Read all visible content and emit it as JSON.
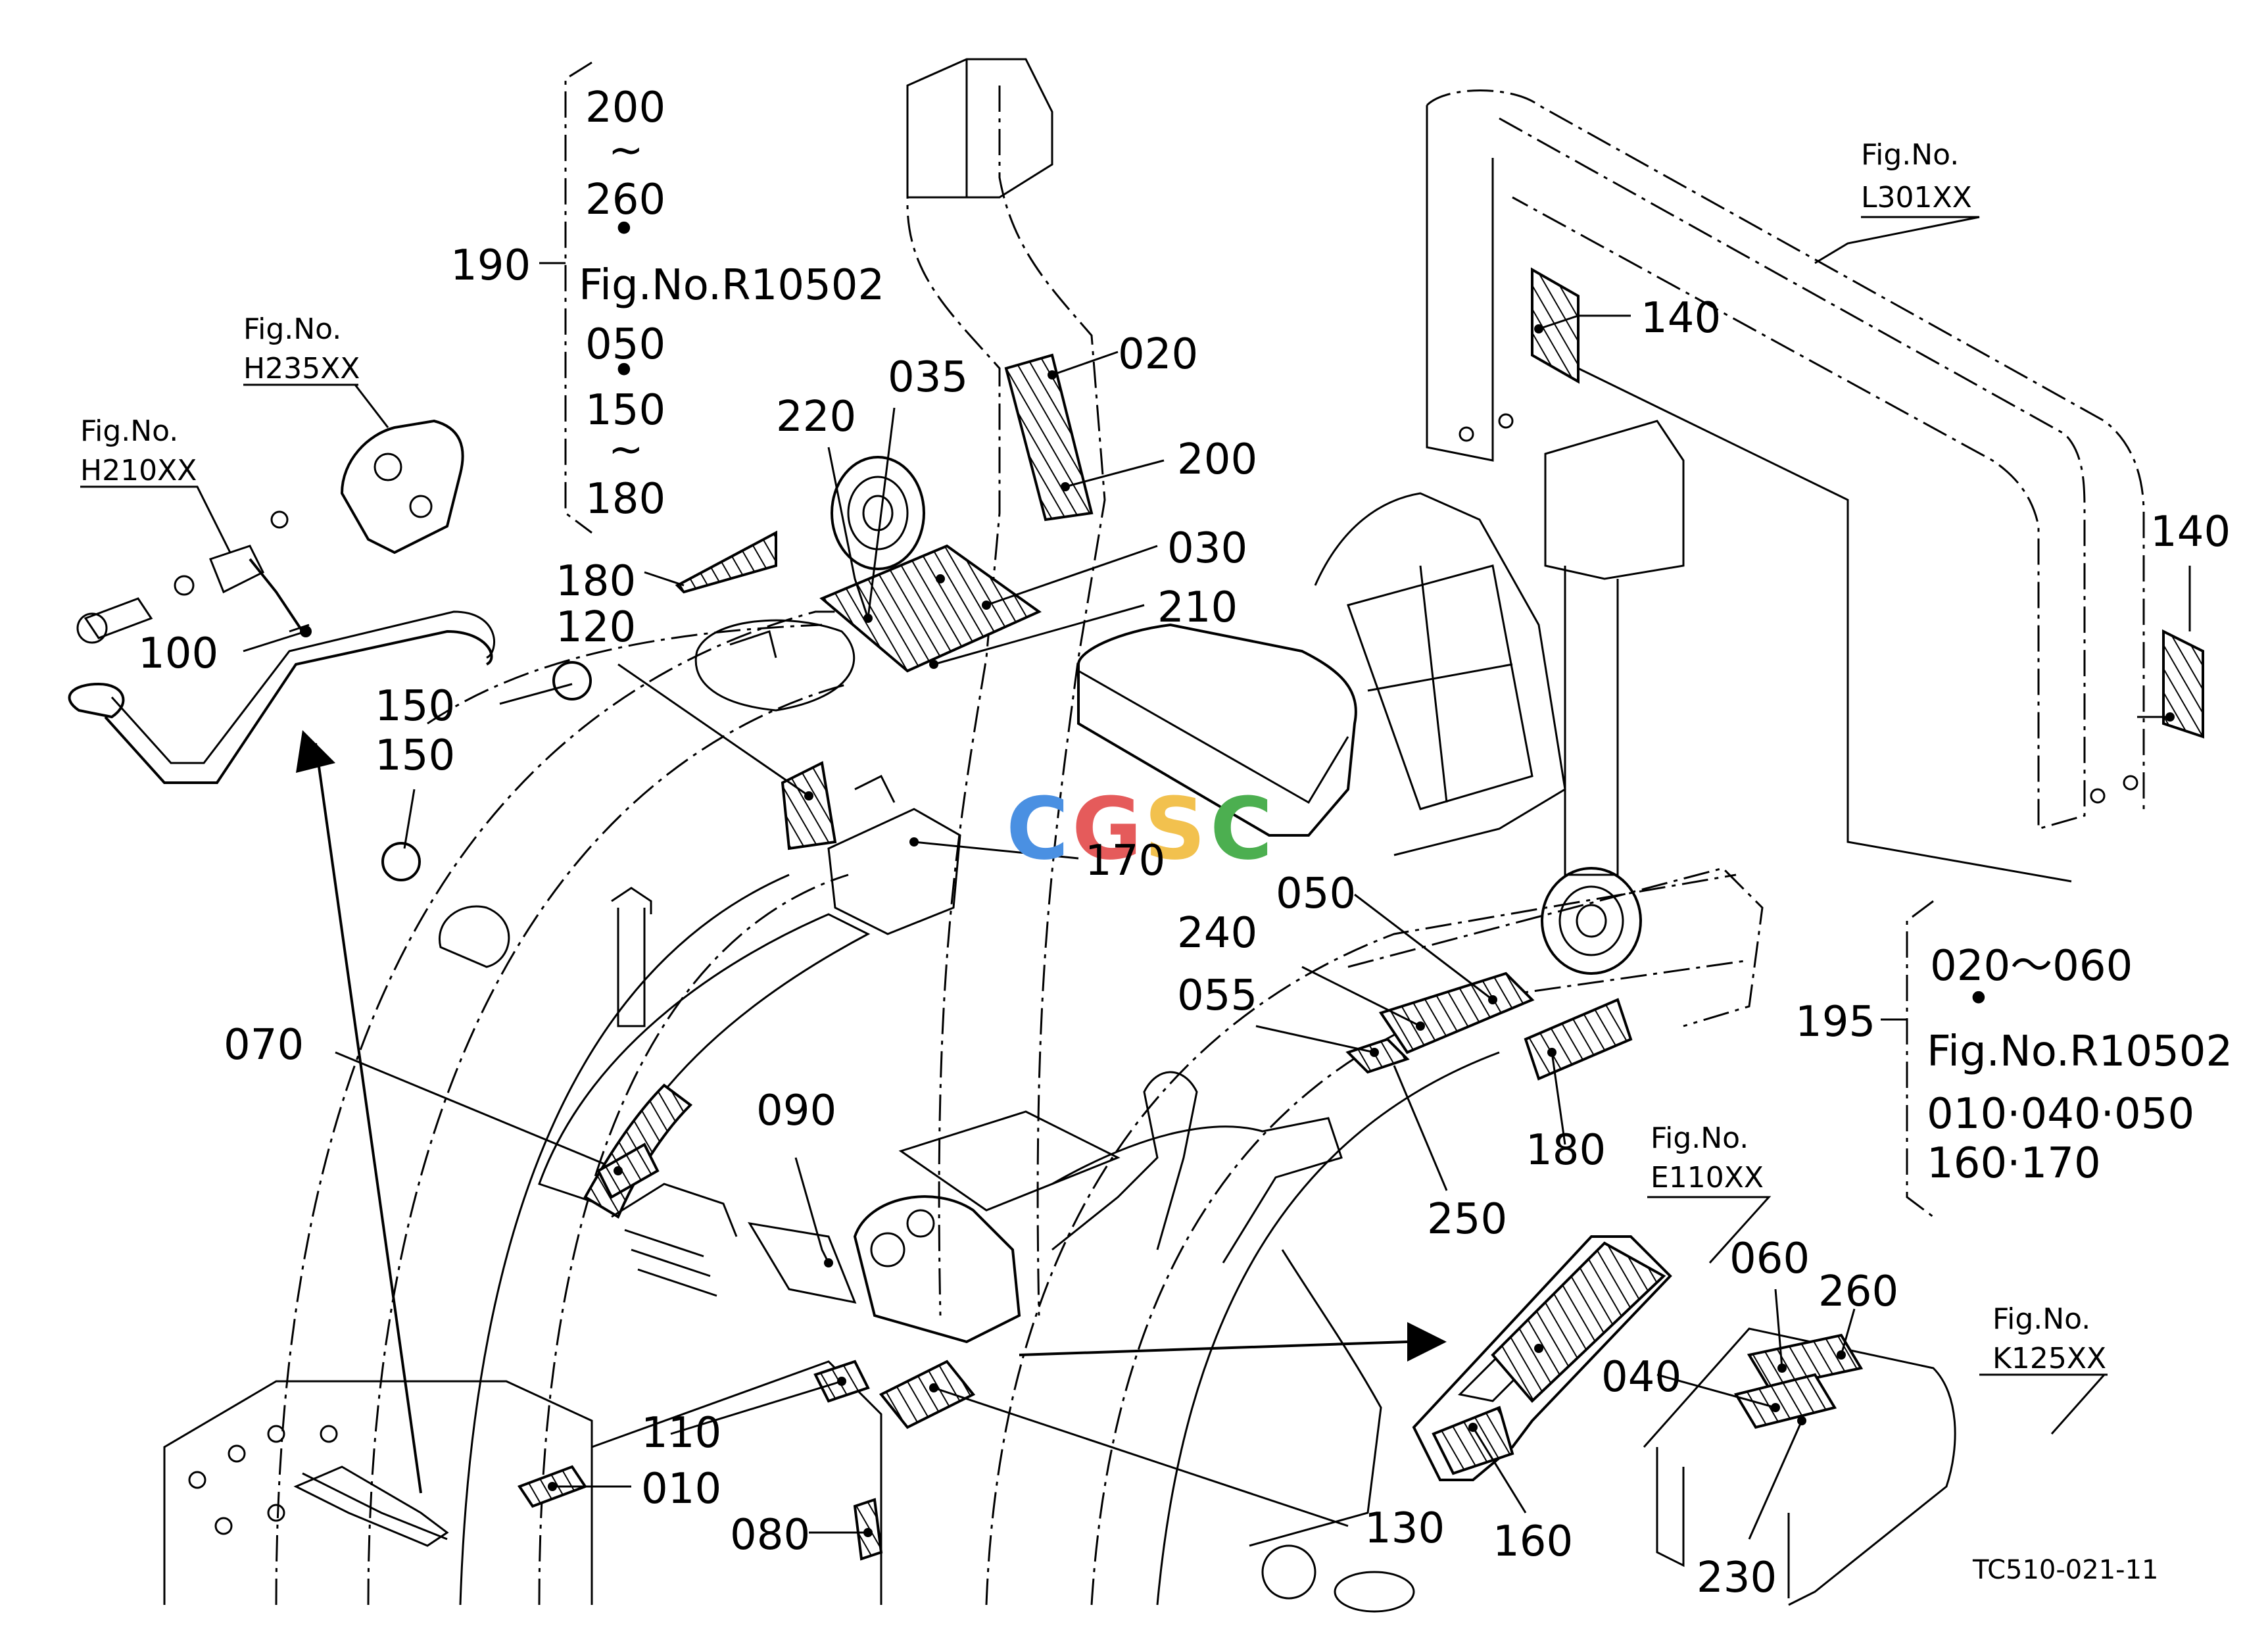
{
  "diagram": {
    "code": "TC510-021-11",
    "watermark": [
      "C",
      "G",
      "S",
      "C"
    ],
    "watermark_colors": [
      "#4a90e2",
      "#e55b5b",
      "#f2c14e",
      "#4caf50"
    ],
    "labels": {
      "p190": "190",
      "p200": "200",
      "p200b": "200",
      "p260": "260",
      "p050": "050",
      "p050b": "050",
      "p150": "150",
      "p150b": "150",
      "p150c": "150",
      "p180": "180",
      "p180b": "180",
      "p180c": "180",
      "p020": "020",
      "p035": "035",
      "p220": "220",
      "p030": "030",
      "p210": "210",
      "p120": "120",
      "p100": "100",
      "p140": "140",
      "p140b": "140",
      "p170": "170",
      "p240": "240",
      "p055": "055",
      "p195": "195",
      "p070": "070",
      "p090": "090",
      "p250": "250",
      "p060": "060",
      "p260b": "260",
      "p040": "040",
      "p110": "110",
      "p010": "010",
      "p130": "130",
      "p080": "080",
      "p160": "160",
      "p230": "230"
    },
    "notes": {
      "tilde": "~",
      "dot": "•",
      "fig_r10502": "Fig.No.R10502",
      "fig_r10502b": "Fig.No.R10502",
      "range_020_060": "020～060",
      "list_010_040_050": "010·040·050",
      "list_160_170": "160·170"
    },
    "fig_refs": {
      "fig_no": "Fig.No.",
      "h235": "H235XX",
      "h210": "H210XX",
      "l301": "L301XX",
      "e110": "E110XX",
      "k125": "K125XX"
    }
  }
}
